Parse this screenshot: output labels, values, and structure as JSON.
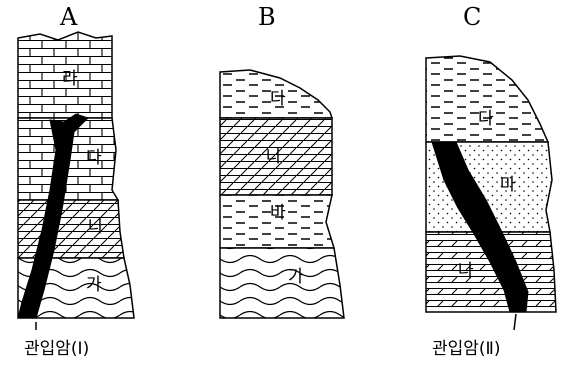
{
  "figure": {
    "columns": [
      {
        "title": "A",
        "layers": [
          "라",
          "다",
          "나",
          "가"
        ],
        "intrusion_caption": "관입암(Ⅰ)"
      },
      {
        "title": "B",
        "layers": [
          "다",
          "나",
          "바",
          "가"
        ]
      },
      {
        "title": "C",
        "layers": [
          "다",
          "마",
          "나"
        ],
        "intrusion_caption": "관입암(Ⅱ)"
      }
    ]
  }
}
